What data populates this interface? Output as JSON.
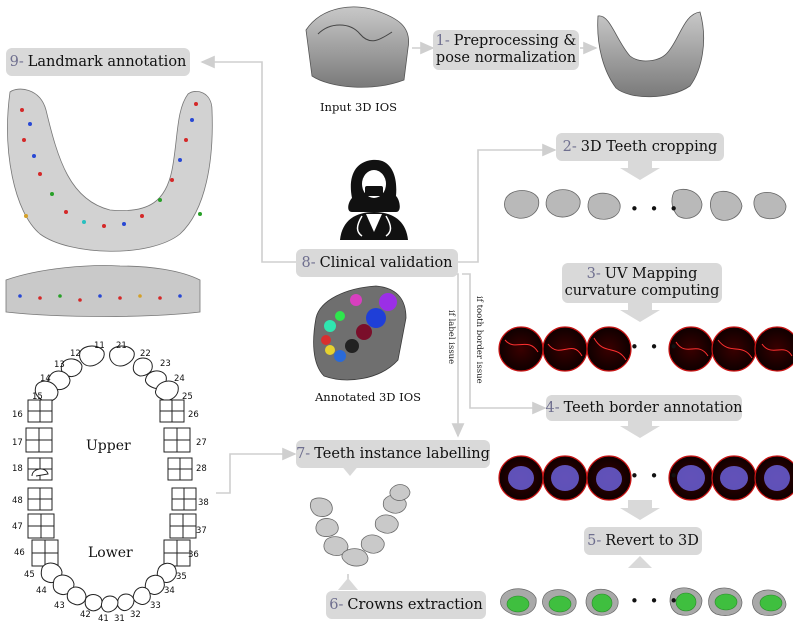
{
  "steps": {
    "s1": {
      "num": "1-",
      "line1": "Preprocessing &",
      "line2": "pose normalization"
    },
    "s2": {
      "num": "2-",
      "label": "3D Teeth cropping"
    },
    "s3": {
      "num": "3-",
      "line1": "UV Mapping",
      "line2": "curvature computing"
    },
    "s4": {
      "num": "4-",
      "label": "Teeth border annotation"
    },
    "s5": {
      "num": "5-",
      "label": "Revert to 3D"
    },
    "s6": {
      "num": "6-",
      "label": "Crowns extraction"
    },
    "s7": {
      "num": "7-",
      "label": "Teeth instance labelling"
    },
    "s8": {
      "num": "8-",
      "label": "Clinical validation"
    },
    "s9": {
      "num": "9-",
      "label": "Landmark annotation"
    }
  },
  "captions": {
    "input": "Input 3D IOS",
    "annotated": "Annotated 3D IOS",
    "label_issue": "if label issue",
    "border_issue": "if tooth border issue"
  },
  "chart_labels": {
    "upper": "Upper",
    "lower": "Lower",
    "ellipsis": "• • •",
    "numbers": [
      "11",
      "21",
      "12",
      "22",
      "13",
      "23",
      "14",
      "24",
      "15",
      "25",
      "16",
      "26",
      "17",
      "27",
      "18",
      "28",
      "48",
      "38",
      "47",
      "37",
      "46",
      "36",
      "45",
      "35",
      "44",
      "34",
      "43",
      "33",
      "42",
      "32",
      "41",
      "31"
    ]
  },
  "colors": {
    "box": "#d9d9d9",
    "arrow": "#cfcfcf",
    "number": "#6f6f8f",
    "curvature_red": "#c81414",
    "crown_green": "#3fbf3f"
  }
}
